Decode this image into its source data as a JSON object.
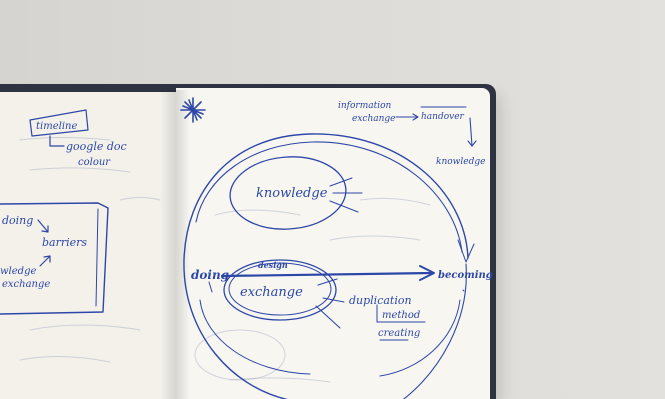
{
  "left_page": {
    "timeline": "timeline",
    "google_doc": "google doc",
    "colour": "colour",
    "doing": "doing",
    "barriers": "barriers",
    "knowledge_exchange_line1": "wledge",
    "knowledge_exchange_line2": "exchange"
  },
  "right_page": {
    "information_exchange_line1": "information",
    "information_exchange_line2": "exchange",
    "handover": "handover",
    "knowledge_top": "knowledge",
    "knowledge_center": "knowledge",
    "doing": "doing",
    "design": "design",
    "becoming": "becoming",
    "exchange": "exchange",
    "duplication": "duplication",
    "method": "method",
    "creating": "creating"
  },
  "colors": {
    "ink": "#2d47a8",
    "paper": "#f7f6f1",
    "cover": "#2d3340",
    "background": "#d9d7d3"
  }
}
